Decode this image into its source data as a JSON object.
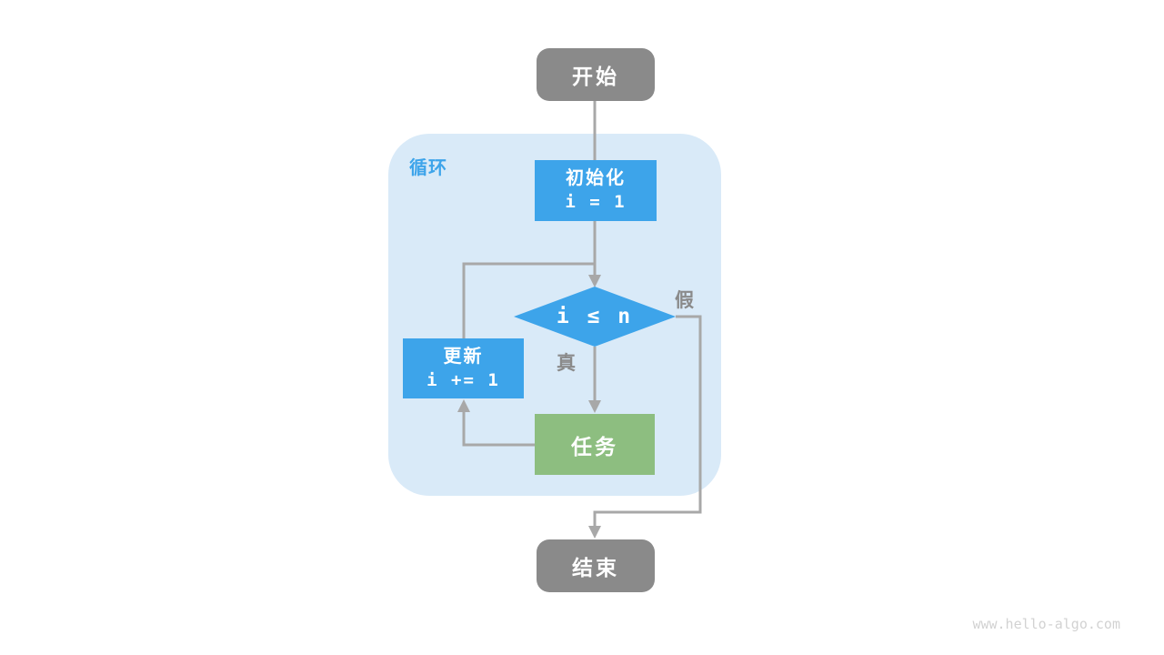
{
  "page": {
    "watermark": "www.hello-algo.com"
  },
  "colors": {
    "node_gray": "#8a8a8a",
    "node_blue": "#3da4ea",
    "node_green": "#8dbe80",
    "loop_container_fill": "#d9eaf8",
    "connector_gray": "#a8a8a8",
    "branch_label_gray": "#8a8a8a",
    "loop_label_blue": "#3da4ea",
    "node_text_white": "#ffffff",
    "watermark_gray": "#d2d2d2",
    "background": "#ffffff"
  },
  "flowchart": {
    "start": {
      "label": "开始"
    },
    "loop_container": {
      "label": "循环"
    },
    "init": {
      "title": "初始化",
      "code": "i = 1"
    },
    "condition": {
      "label": "i ≤ n"
    },
    "branch_true": {
      "label": "真"
    },
    "branch_false": {
      "label": "假"
    },
    "update": {
      "title": "更新",
      "code": "i += 1"
    },
    "task": {
      "label": "任务"
    },
    "end": {
      "label": "结束"
    }
  }
}
